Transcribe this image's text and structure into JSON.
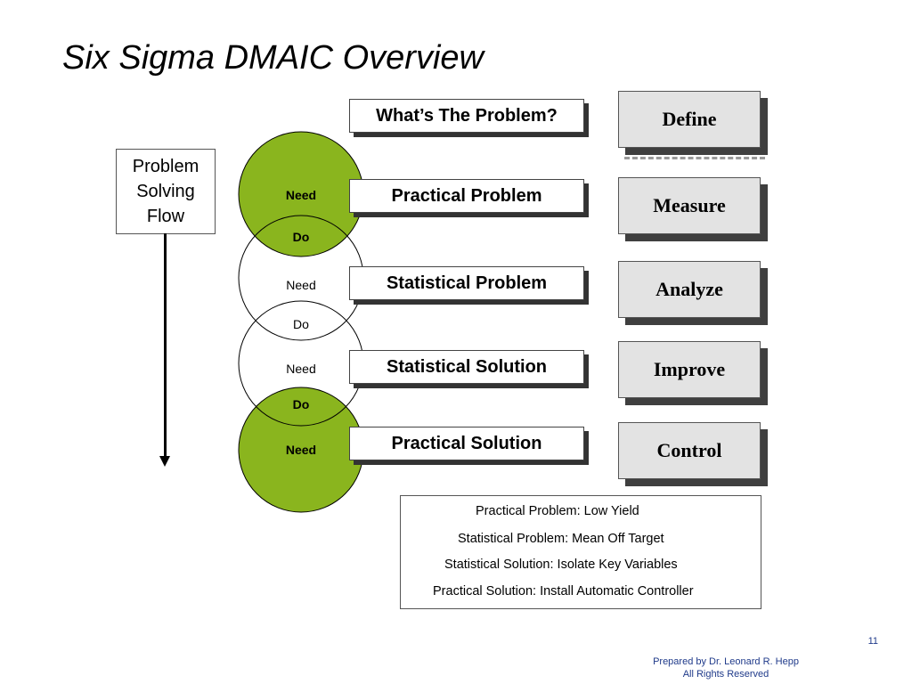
{
  "title": "Six Sigma DMAIC Overview",
  "flow": {
    "lines": [
      "Problem",
      "Solving",
      "Flow"
    ]
  },
  "circles": {
    "labels": [
      "Need",
      "Do",
      "Need",
      "Do",
      "Need",
      "Do",
      "Need"
    ],
    "highlight_color": "#8ab51e"
  },
  "problems": [
    "What’s The Problem?",
    "Practical Problem",
    "Statistical Problem",
    "Statistical Solution",
    "Practical Solution"
  ],
  "phases": [
    "Define",
    "Measure",
    "Analyze",
    "Improve",
    "Control"
  ],
  "example": [
    "Practical Problem:  Low Yield",
    "Statistical Problem:  Mean Off Target",
    "Statistical Solution:  Isolate Key Variables",
    "Practical Solution:  Install Automatic Controller"
  ],
  "page_number": "11",
  "footer": {
    "line1": "Prepared by Dr. Leonard R. Hepp",
    "line2": "All Rights Reserved"
  }
}
